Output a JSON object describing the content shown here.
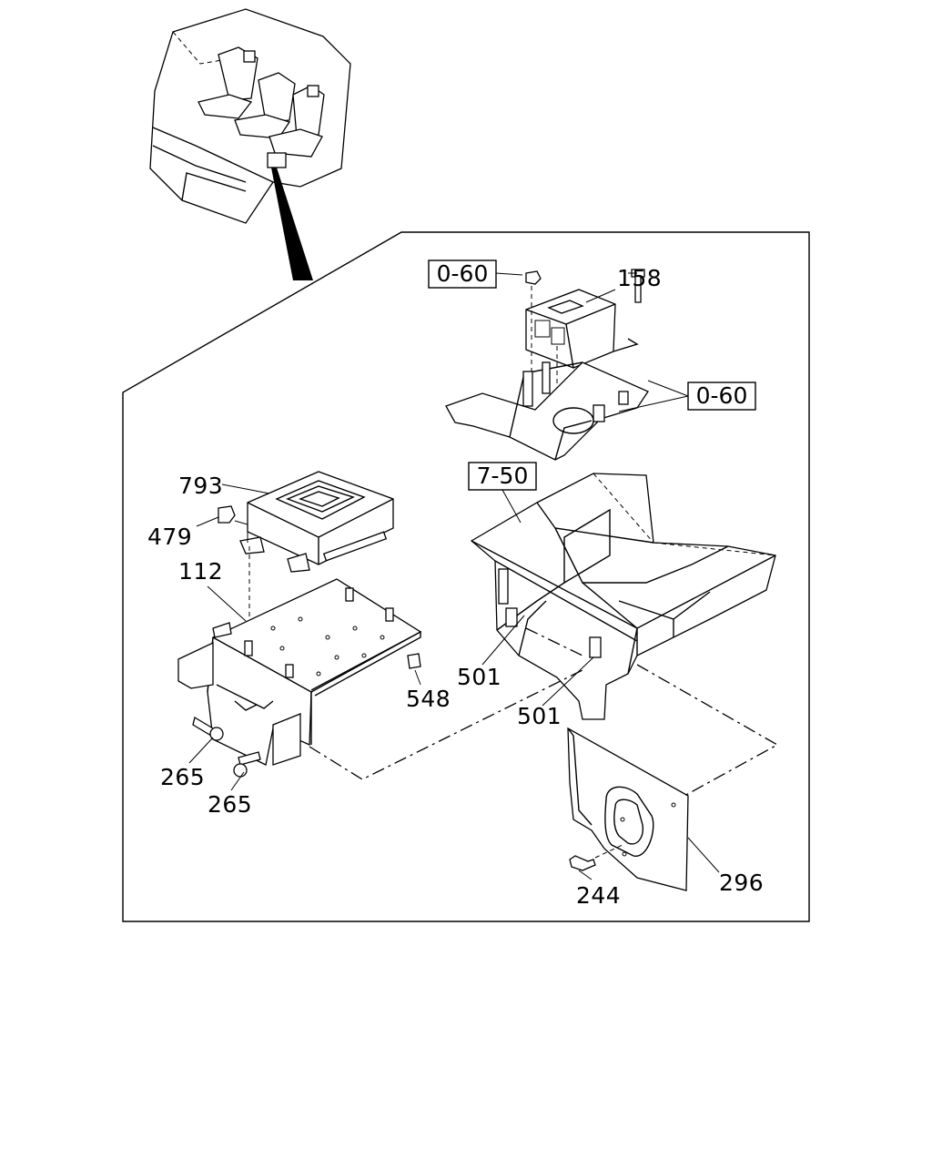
{
  "callouts": {
    "c158": "158",
    "c793": "793",
    "c479": "479",
    "c112": "112",
    "c548": "548",
    "c501a": "501",
    "c501b": "501",
    "c265a": "265",
    "c265b": "265",
    "c244": "244",
    "c296": "296"
  },
  "references": {
    "r060a": "0-60",
    "r060b": "0-60",
    "r750": "7-50"
  },
  "icons": {
    "cab": "truck-cab-seats-icon",
    "controller_158": "control-unit-158-icon",
    "controller_793": "control-unit-793-icon",
    "bracket_112": "bracket-plate-112-icon",
    "seat_frame": "seat-frame-7-50-icon",
    "cover_296": "cover-panel-296-icon"
  }
}
